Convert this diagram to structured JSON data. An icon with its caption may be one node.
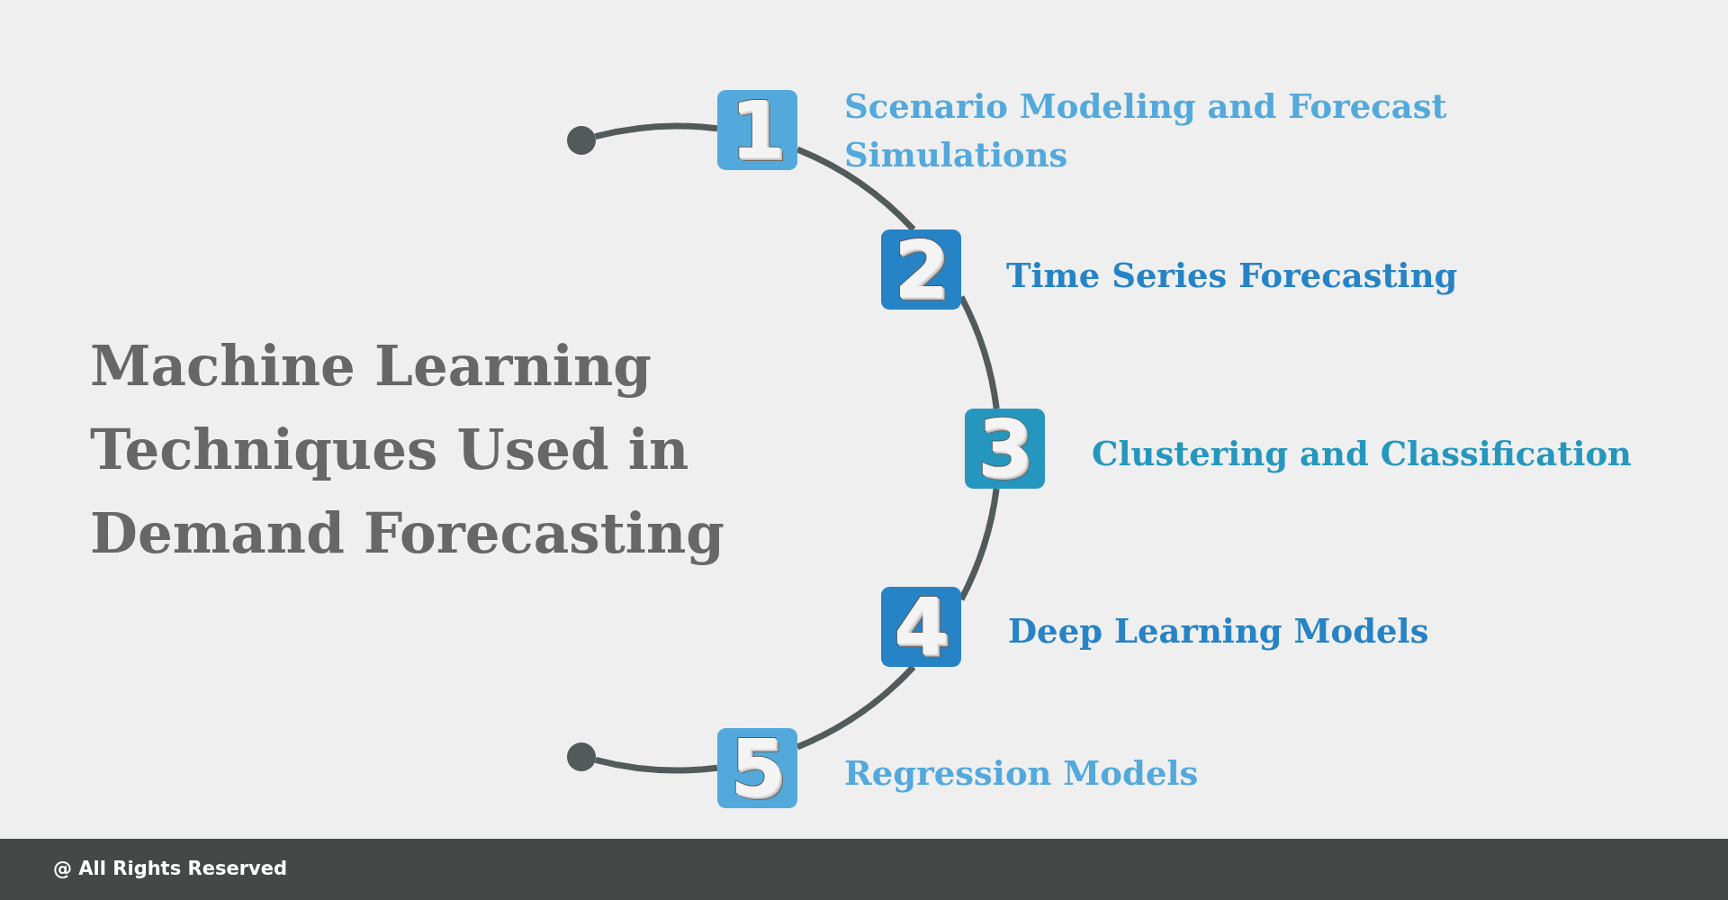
{
  "diagram": {
    "title": "Machine Learning Techniques Used in Demand Forecasting",
    "nodes": [
      {
        "text": [],
        "shape": "circle"
      },
      {
        "text": [
          "1"
        ],
        "beside": [
          "Scenario Modeling and Forecast Simulations"
        ]
      },
      {
        "text": [
          "2"
        ],
        "beside": [
          "Time Series Forecasting"
        ]
      },
      {
        "text": [
          "3"
        ],
        "beside": [
          "Clustering and Classification"
        ]
      },
      {
        "text": [
          "4"
        ],
        "beside": [
          "Deep Learning Models"
        ]
      },
      {
        "text": [
          "5"
        ],
        "beside": [
          "Regression Models"
        ]
      },
      {
        "text": [],
        "shape": "circle"
      }
    ],
    "edges": [
      {
        "from": 0,
        "to": 1,
        "arrow": "none"
      },
      {
        "from": 1,
        "to": 2,
        "arrow": "none"
      },
      {
        "from": 2,
        "to": 3,
        "arrow": "none"
      },
      {
        "from": 3,
        "to": 4,
        "arrow": "none"
      },
      {
        "from": 4,
        "to": 5,
        "arrow": "none"
      },
      {
        "from": 5,
        "to": 6,
        "arrow": "none"
      }
    ],
    "labels": [
      "@ All Rights Reserved"
    ]
  }
}
